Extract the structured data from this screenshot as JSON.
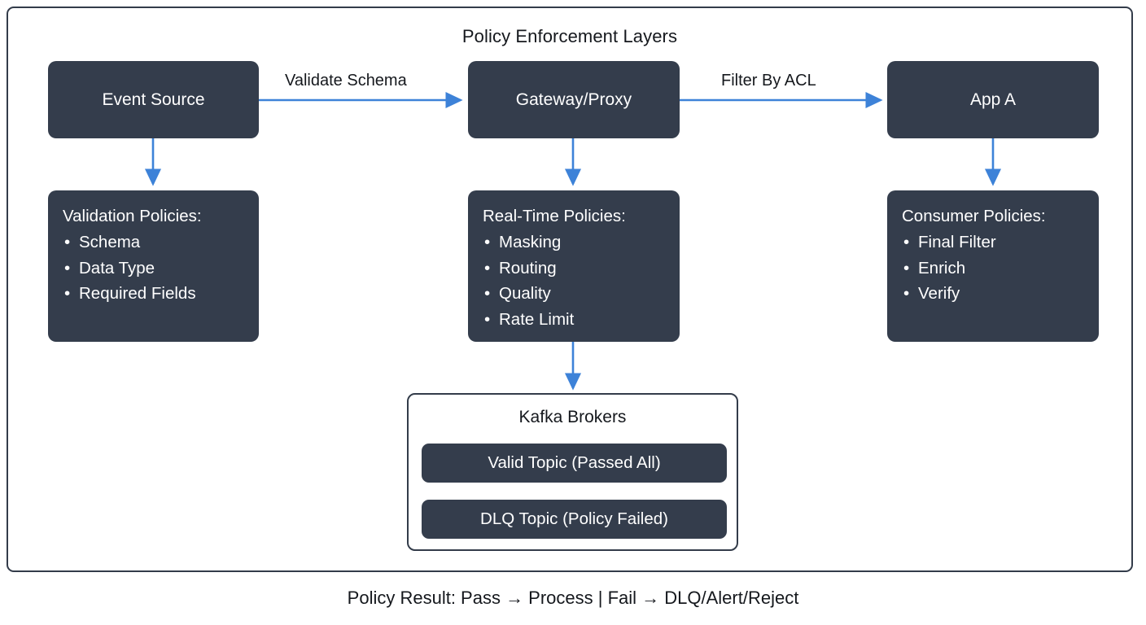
{
  "diagram": {
    "title": "Policy Enforcement Layers",
    "footer": "Policy Result: Pass → Process | Fail → DLQ/Alert/Reject",
    "accent_color": "#3d82d8",
    "node_fill": "#343d4c",
    "border_color": "#333c4a",
    "text_on_dark": "#ffffff",
    "text_on_light": "#15181d",
    "background": "#ffffff"
  },
  "nodes": {
    "event_source": {
      "label": "Event Source"
    },
    "gateway_proxy": {
      "label": "Gateway/Proxy"
    },
    "app_a": {
      "label": "App A"
    }
  },
  "edges": {
    "validate_schema": {
      "label": "Validate Schema"
    },
    "filter_by_acl": {
      "label": "Filter By ACL"
    }
  },
  "policies": {
    "validation": {
      "title": "Validation Policies:",
      "items": [
        "Schema",
        "Data Type",
        "Required Fields"
      ]
    },
    "realtime": {
      "title": "Real-Time Policies:",
      "items": [
        "Masking",
        "Routing",
        "Quality",
        "Rate Limit"
      ]
    },
    "consumer": {
      "title": "Consumer Policies:",
      "items": [
        "Final Filter",
        "Enrich",
        "Verify"
      ]
    }
  },
  "kafka": {
    "title": "Kafka Brokers",
    "topics": [
      {
        "label": "Valid Topic (Passed All)"
      },
      {
        "label": "DLQ Topic (Policy Failed)"
      }
    ]
  }
}
